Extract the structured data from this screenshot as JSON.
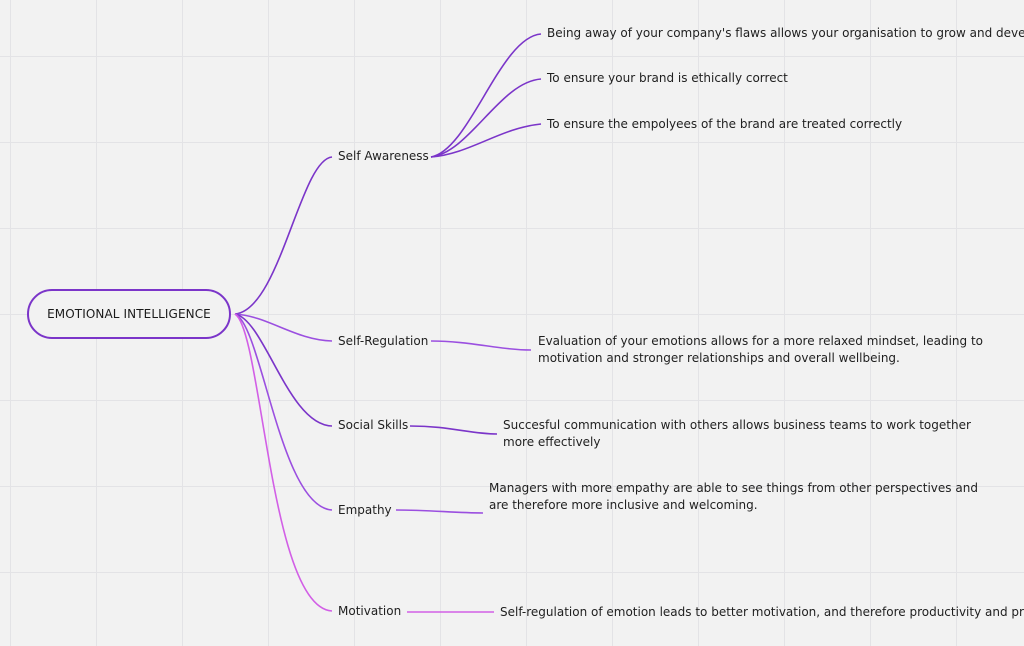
{
  "mindmap": {
    "root": {
      "label": "EMOTIONAL INTELLIGENCE"
    },
    "colors": {
      "border": "#7b35c9",
      "line_dark": "#7b35c9",
      "line_mid": "#9b4fe0",
      "line_pink": "#d25fe6"
    },
    "branches": [
      {
        "label": "Self Awareness",
        "children": [
          "Being away of your company's flaws allows your organisation to grow and develop",
          "To ensure your brand is ethically correct",
          "To ensure the empolyees of the brand are treated correctly"
        ]
      },
      {
        "label": "Self-Regulation",
        "children": [
          "Evaluation of your emotions allows for a more relaxed mindset, leading to motivation and stronger relationships and overall wellbeing."
        ]
      },
      {
        "label": "Social Skills",
        "children": [
          "Succesful communication with others allows business teams to work together more effectively"
        ]
      },
      {
        "label": "Empathy",
        "children": [
          "Managers with more empathy are able to see things from other perspectives and are therefore more inclusive and welcoming."
        ]
      },
      {
        "label": "Motivation",
        "children": [
          "Self-regulation of emotion leads to better motivation, and therefore productivity and profit."
        ]
      }
    ]
  }
}
